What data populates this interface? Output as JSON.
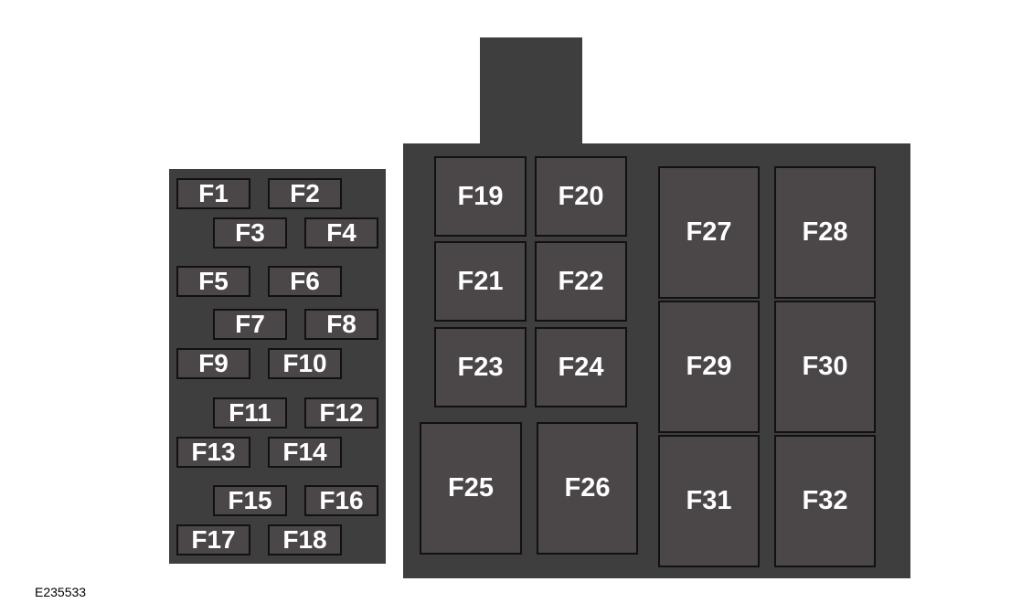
{
  "reference_code": "E235533",
  "colors": {
    "housing": "#3d3e3d",
    "fuse": "#4b4647",
    "label": "#ffffff"
  },
  "left_panel": {
    "fuses": [
      "F1",
      "F2",
      "F3",
      "F4",
      "F5",
      "F6",
      "F7",
      "F8",
      "F9",
      "F10",
      "F11",
      "F12",
      "F13",
      "F14",
      "F15",
      "F16",
      "F17",
      "F18"
    ]
  },
  "right_panel": {
    "fuses": [
      "F19",
      "F20",
      "F21",
      "F22",
      "F23",
      "F24",
      "F25",
      "F26",
      "F27",
      "F28",
      "F29",
      "F30",
      "F31",
      "F32"
    ]
  }
}
